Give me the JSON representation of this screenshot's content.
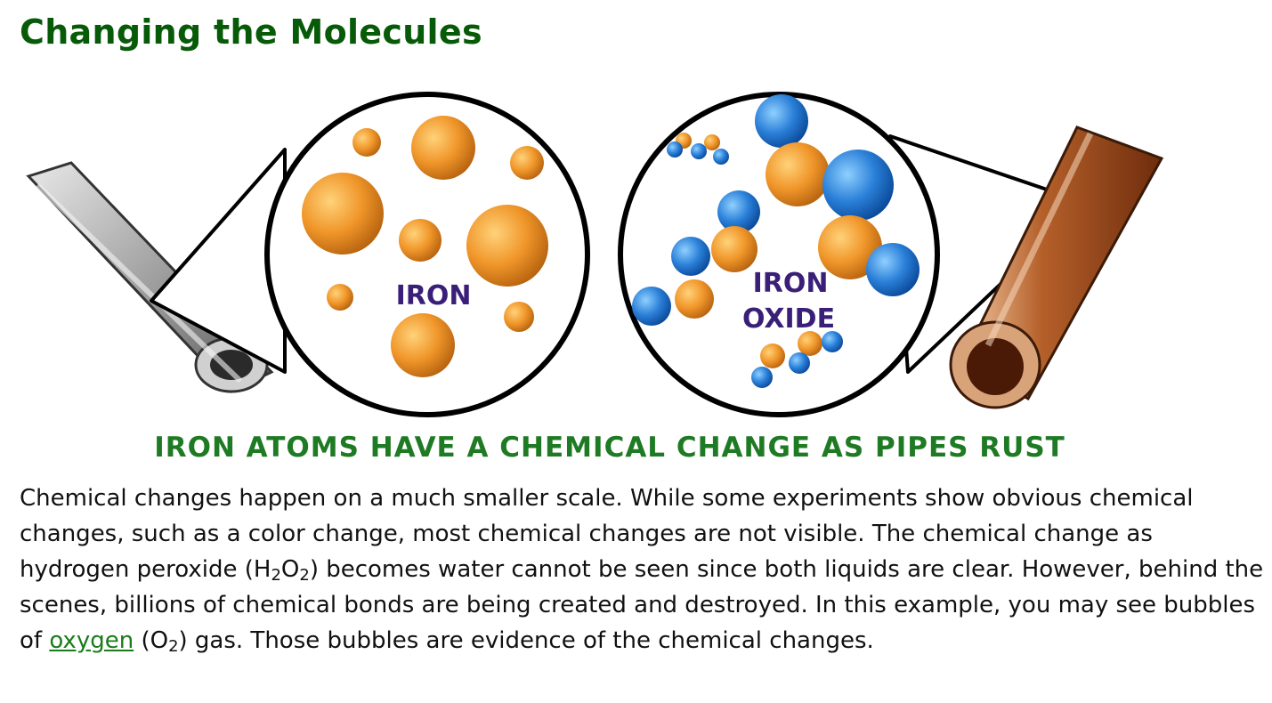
{
  "page": {
    "title": "Changing the Molecules"
  },
  "illustration": {
    "left_label": "IRON",
    "right_label_line1": "IRON",
    "right_label_line2": "OXIDE",
    "caption": "IRON ATOMS HAVE A CHEMICAL CHANGE AS PIPES RUST",
    "colors": {
      "iron_atom": "#f0962a",
      "oxygen_atom": "#2a7fd8",
      "label": "#3a1f78",
      "caption": "#1f7a24",
      "rusty_pipe": "#9b4a1c",
      "steel_pipe": "#9a9a9a"
    }
  },
  "paragraph": {
    "p1": "Chemical changes happen on a much smaller scale. While some experiments show obvious chemical changes, such as a color change, most chemical changes are not visible. The chemical change as hydrogen peroxide (H",
    "h2o2_sub1": "2",
    "h2o2_o": "O",
    "h2o2_sub2": "2",
    "p2": ") becomes water cannot be seen since both liquids are clear. However, behind the scenes, billions of chemical bonds are being created and destroyed. In this example, you may see bubbles of ",
    "link_text": "oxygen",
    "p3": " (O",
    "o2_sub": "2",
    "p4": ") gas. Those bubbles are evidence of the chemical changes."
  }
}
